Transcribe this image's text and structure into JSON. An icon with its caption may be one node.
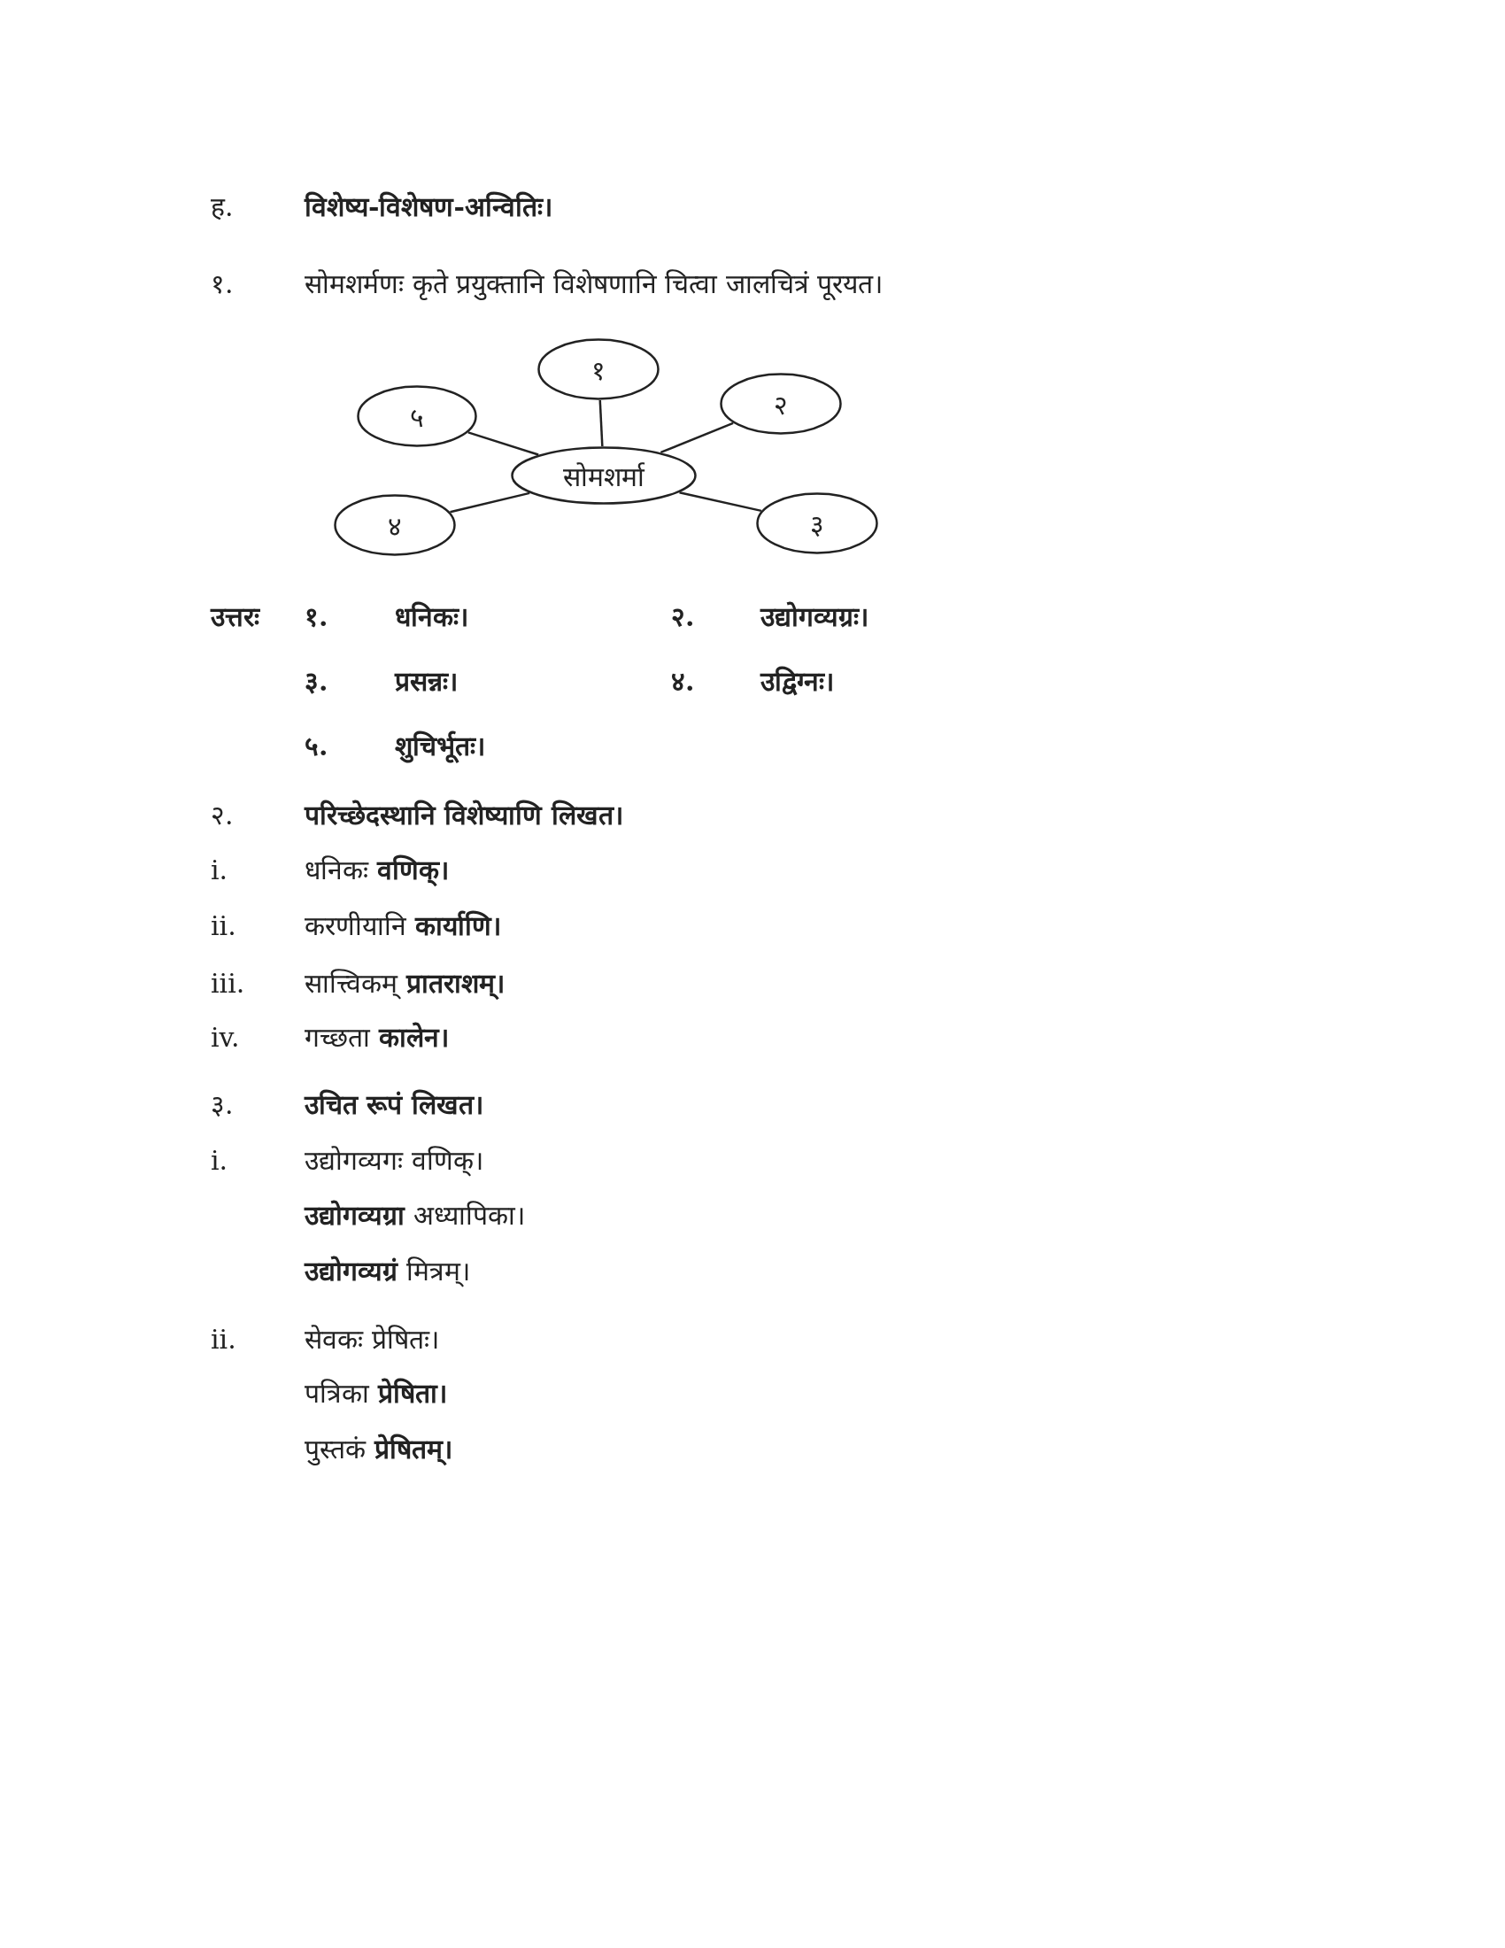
{
  "diagram": {
    "nodes": [
      {
        "text": [
          "१"
        ]
      },
      {
        "text": [
          "५"
        ]
      },
      {
        "text": [
          "२"
        ]
      },
      {
        "text": [
          "सोमशर्मा"
        ]
      },
      {
        "text": [
          "४"
        ]
      },
      {
        "text": [
          "३"
        ]
      }
    ],
    "edges": [
      {
        "from": 3,
        "to": 0,
        "arrow": "none"
      },
      {
        "from": 3,
        "to": 1,
        "arrow": "none"
      },
      {
        "from": 3,
        "to": 2,
        "arrow": "none"
      },
      {
        "from": 3,
        "to": 4,
        "arrow": "none"
      },
      {
        "from": 3,
        "to": 5,
        "arrow": "none"
      }
    ],
    "labels": [
      "ह.",
      "विशेष्य-विशेषण-अन्वितिः।",
      "१.",
      "सोमशर्मणः कृते प्रयुक्तानि विशेषणानि चित्वा जालचित्रं पूरयत।",
      "उत्तरः",
      "१.",
      "धनिकः।",
      "२.",
      "उद्योगव्यग्रः।",
      "३.",
      "प्रसन्नः।",
      "४.",
      "उद्विग्नः।",
      "५.",
      "शुचिर्भूतः।",
      "२.",
      "परिच्छेदस्थानि विशेष्याणि लिखत।",
      "i.",
      "धनिकः **वणिक्।**",
      "ii.",
      "करणीयानि **कार्याणि।**",
      "iii.",
      "सात्त्विकम् **प्रातराशम्।**",
      "iv.",
      "गच्छता **कालेन।**",
      "३.",
      "उचित रूपं लिखत।",
      "i.",
      "उद्योगव्यगः वणिक्।",
      "**उद्योगव्यग्रा** अध्यापिका।",
      "**उद्योगव्यग्रं** मित्रम्।",
      "ii.",
      "सेवकः प्रेषितः।",
      "पत्रिका **प्रेषिता।**",
      "पुस्तकं **प्रेषितम्।**"
    ]
  }
}
